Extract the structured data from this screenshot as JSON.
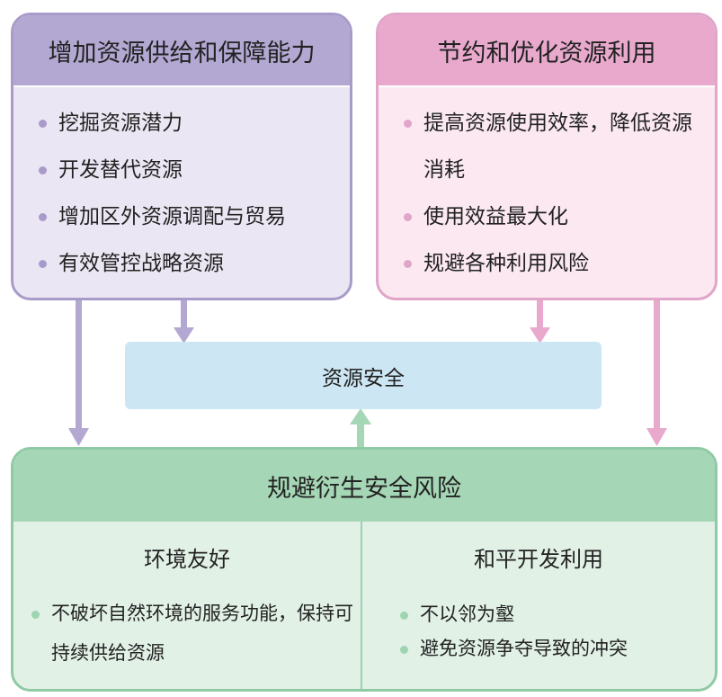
{
  "supply": {
    "title": "增加资源供给和保障能力",
    "items": [
      "挖掘资源潜力",
      "开发替代资源",
      "增加区外资源调配与贸易",
      "有效管控战略资源"
    ]
  },
  "save": {
    "title": "节约和优化资源利用",
    "items": [
      "提高资源使用效率，降低资源消耗",
      "使用效益最大化",
      "规避各种利用风险"
    ]
  },
  "center": {
    "title": "资源安全"
  },
  "derived": {
    "title": "规避衍生安全风险",
    "environment": {
      "title": "环境友好",
      "items": [
        "不破坏自然环境的服务功能，保持可持续供给资源"
      ]
    },
    "peace": {
      "title": "和平开发利用",
      "items": [
        "不以邻为壑",
        "避免资源争夺导致的冲突"
      ]
    }
  },
  "colors": {
    "purple": "#a99bc9",
    "pink": "#e0a5c8",
    "blue": "#cde6f3",
    "green": "#8fcaa4"
  }
}
